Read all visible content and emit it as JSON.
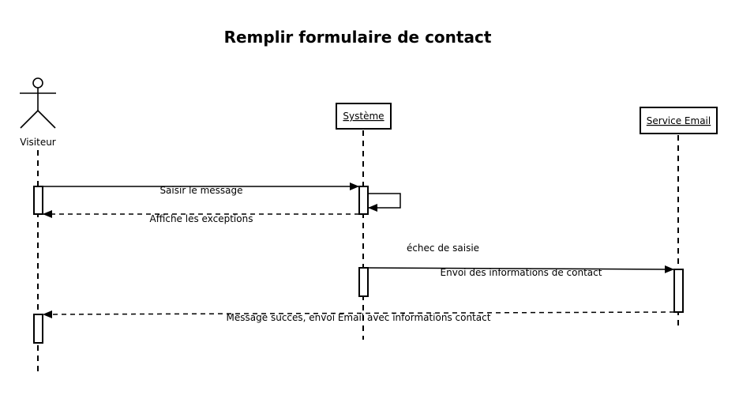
{
  "diagram": {
    "title": "Remplir formulaire de contact",
    "participants": [
      {
        "id": "visiteur",
        "label": "Visiteur",
        "kind": "actor",
        "icon": "stick-figure-icon"
      },
      {
        "id": "systeme",
        "label": "Système",
        "kind": "object"
      },
      {
        "id": "service_email",
        "label": "Service Email",
        "kind": "object"
      }
    ],
    "messages": [
      {
        "id": "saisir",
        "from": "visiteur",
        "to": "systeme",
        "label": "Saisir le message",
        "style": "solid"
      },
      {
        "id": "self_check",
        "from": "systeme",
        "to": "systeme",
        "label": "",
        "style": "self"
      },
      {
        "id": "affiche",
        "from": "systeme",
        "to": "visiteur",
        "label": "Affiche les exceptions",
        "style": "dashed"
      },
      {
        "id": "envoi",
        "from": "systeme",
        "to": "service_email",
        "label": "Envoi des informations de contact",
        "style": "solid"
      },
      {
        "id": "succes",
        "from": "service_email",
        "to": "visiteur",
        "label": "Message succes, envoi Email avec informations contact",
        "style": "dashed"
      }
    ],
    "notes": [
      {
        "id": "echec",
        "label": "échec de saisie"
      }
    ]
  }
}
